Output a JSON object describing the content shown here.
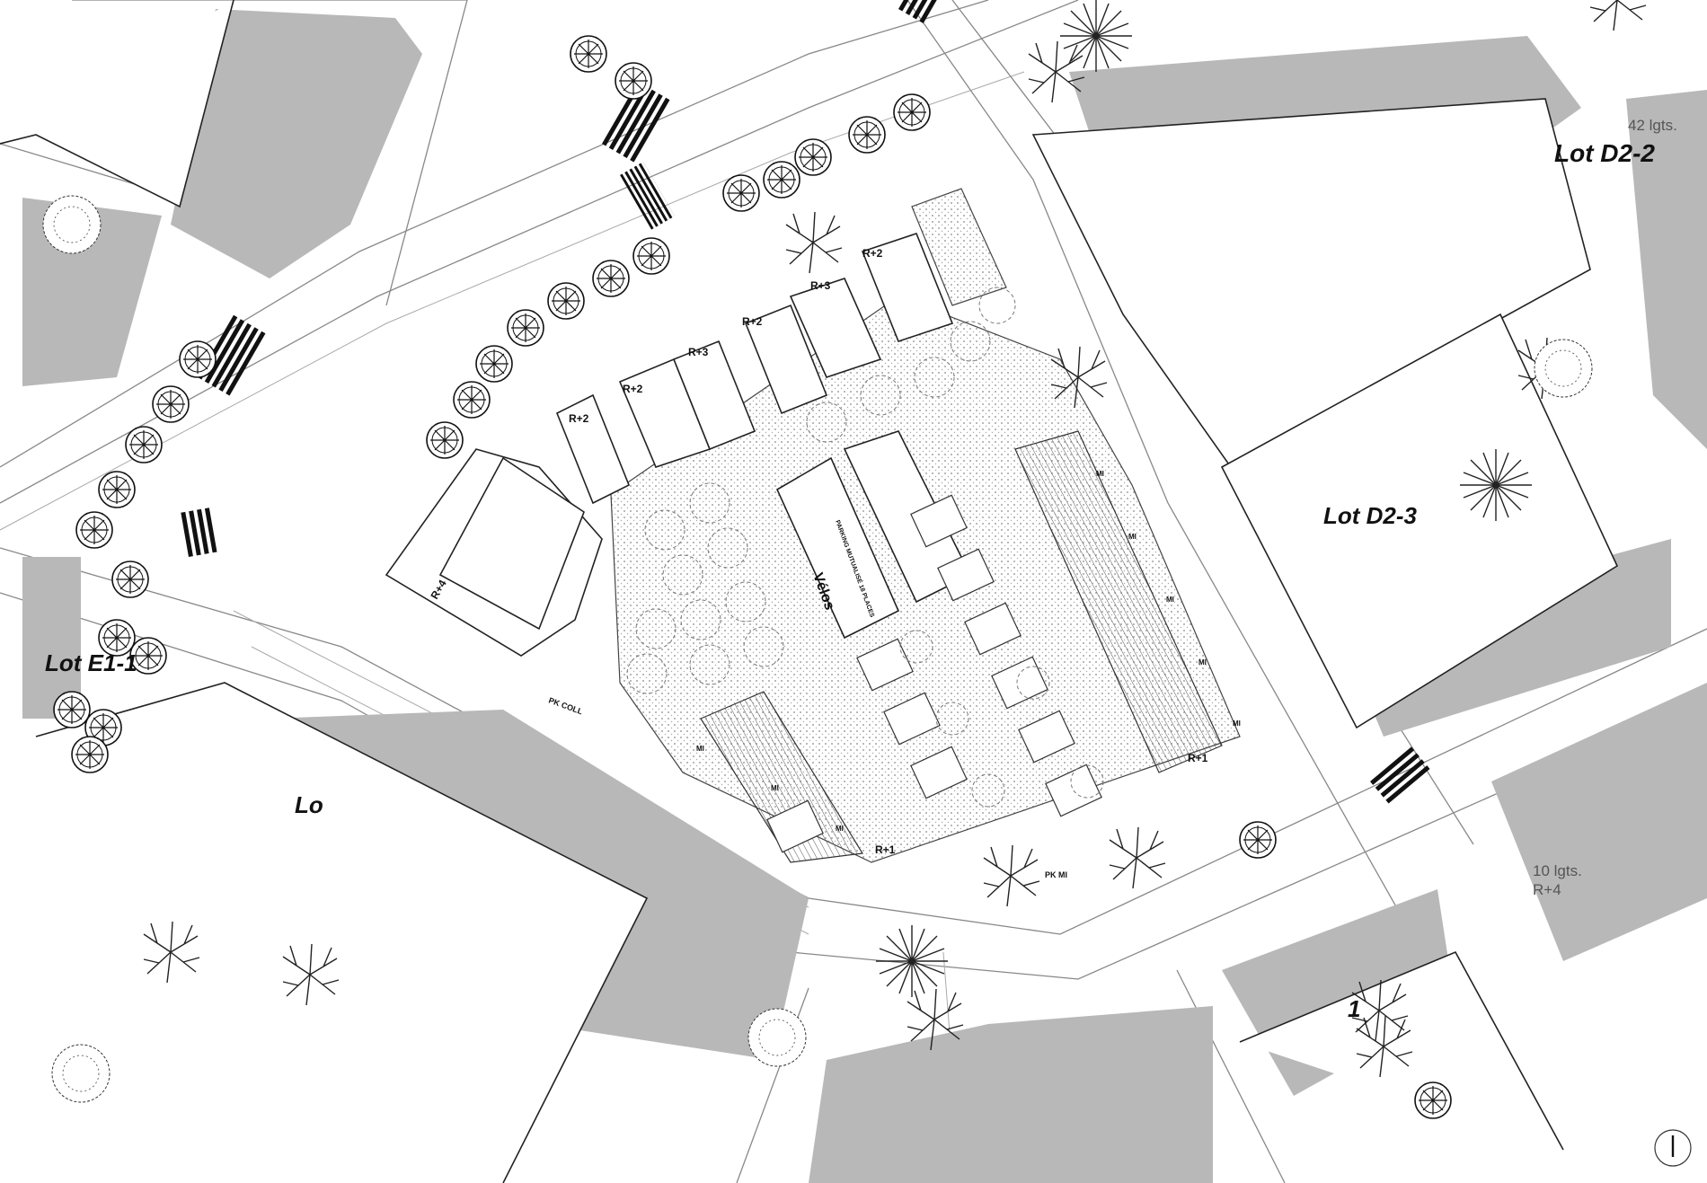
{
  "labels": {
    "lot_d2_2": "Lot D2-2",
    "lot_d2_3": "Lot D2-3",
    "lot_e1_1": "Lot E1-1",
    "lot_bottom_left_partial": "Lo",
    "lot_bottom_right_partial": "1",
    "logements_d2_2": "42 lgts.",
    "logements_bottom_right": "10 lgts.",
    "height_bottom_right": "R+4",
    "velos": "Vélos",
    "parking_partial": "PARKING MUTUALISÉ 18 PLACES",
    "pk_coll": "PK COLL",
    "pk_mi_bottom": "PK MI",
    "heights": [
      "R+2",
      "R+3",
      "R+2",
      "R+3",
      "R+2",
      "R+2",
      "R+4",
      "R+1",
      "R+1"
    ],
    "pk_markers": [
      "PK",
      "MI"
    ],
    "mi_marker": "MI"
  },
  "colors": {
    "shadow": "#b8b8b8",
    "line": "#222222",
    "road": "#888888",
    "background": "#ffffff"
  },
  "icons": {
    "north_arrow": "north-arrow-icon",
    "crosswalk": "crosswalk-icon",
    "tree": "tree-icon"
  }
}
